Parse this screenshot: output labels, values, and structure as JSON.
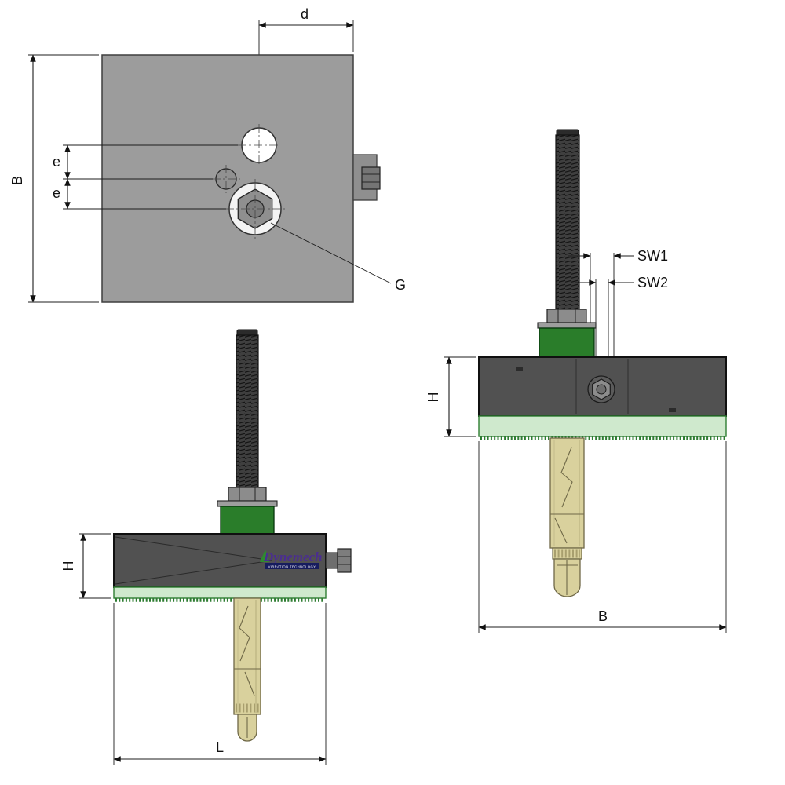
{
  "labels": {
    "d": "d",
    "B_top": "B",
    "e_upper": "e",
    "e_lower": "e",
    "G": "G",
    "H_front": "H",
    "L": "L",
    "SW1": "SW1",
    "SW2": "SW2",
    "H_side": "H",
    "B_side": "B"
  },
  "logo": {
    "brand": "Dynemech",
    "tagline": "VIBRATION TECHNOLOGY"
  },
  "colors": {
    "plate": "#9c9c9c",
    "housing": "#515151",
    "elastomer_green": "#2a7d2a",
    "pad_green": "#cfe9cd",
    "pad_border": "#2f7d32",
    "stud_dark": "#3f3f3f",
    "anchor_tan": "#d9d19d",
    "metal_gray": "#8c8c8c",
    "brand_purple": "#4b2e8f",
    "background": "#ffffff"
  }
}
